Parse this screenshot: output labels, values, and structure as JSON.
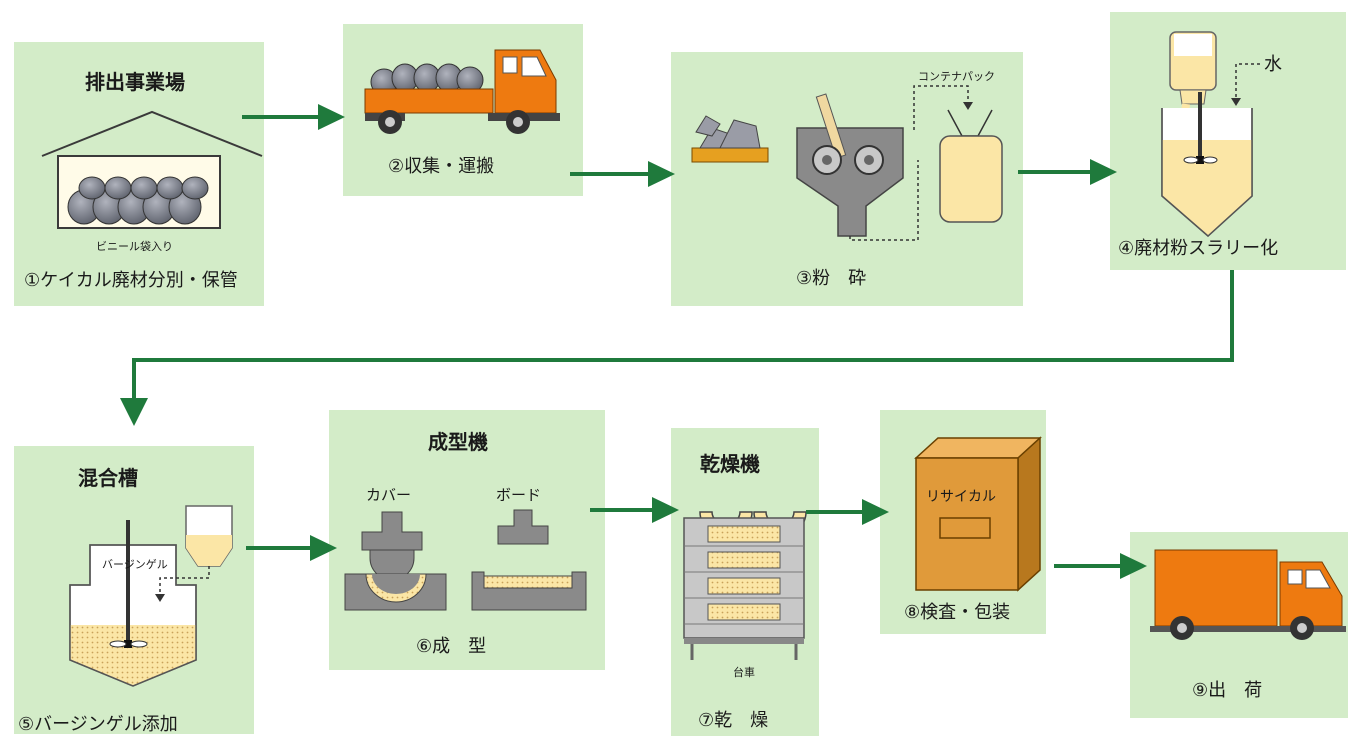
{
  "steps": [
    {
      "title": "排出事業場",
      "sublabel": "ビニール袋入り",
      "label": "①ケイカル廃材分別・保管"
    },
    {
      "label": "②収集・運搬"
    },
    {
      "container_label": "コンテナパック",
      "label": "③粉　砕"
    },
    {
      "water_label": "水",
      "label": "④廃材粉スラリー化"
    },
    {
      "title": "混合槽",
      "gel_label": "バージンゲル",
      "label": "⑤バージンゲル添加"
    },
    {
      "title": "成型機",
      "cover_label": "カバー",
      "board_label": "ボード",
      "label": "⑥成　型"
    },
    {
      "title": "乾燥機",
      "cart_label": "台車",
      "label": "⑦乾　燥"
    },
    {
      "box_label": "リサイカル",
      "label": "⑧検査・包装"
    },
    {
      "label": "⑨出　荷"
    }
  ],
  "colors": {
    "panel": "#d3ecc8",
    "arrow": "#1f7a3c",
    "truck": "#ee7a10",
    "box": "#e09a3a",
    "slurry": "#fbe6a6",
    "machine": "#8a8a8a"
  }
}
